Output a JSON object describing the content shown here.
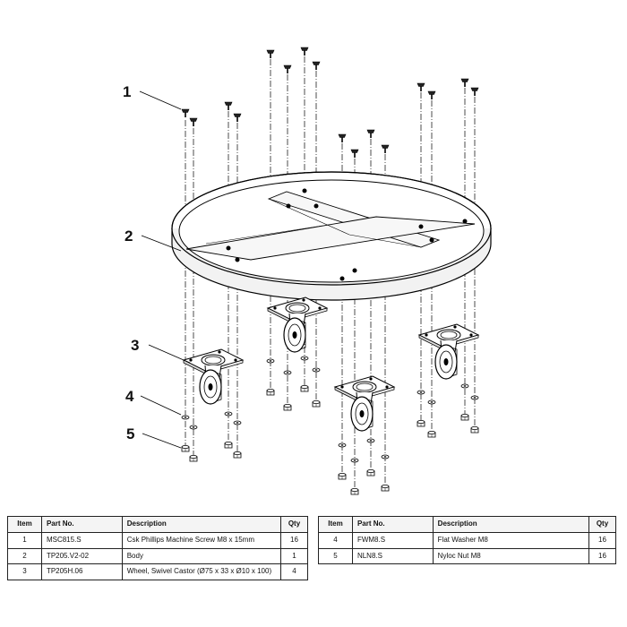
{
  "callouts": [
    "1",
    "2",
    "3",
    "4",
    "5"
  ],
  "table_headers": {
    "item": "Item",
    "part": "Part No.",
    "desc": "Description",
    "qty": "Qty"
  },
  "parts_left": [
    {
      "item": "1",
      "part": "MSC815.S",
      "desc": "Csk Phillips Machine Screw M8 x 15mm",
      "qty": "16"
    },
    {
      "item": "2",
      "part": "TP205.V2-02",
      "desc": "Body",
      "qty": "1"
    },
    {
      "item": "3",
      "part": "TP205H.06",
      "desc": "Wheel, Swivel Castor (Ø75 x 33 x Ø10 x 100)",
      "qty": "4"
    }
  ],
  "parts_right": [
    {
      "item": "4",
      "part": "FWM8.S",
      "desc": "Flat Washer M8",
      "qty": "16"
    },
    {
      "item": "5",
      "part": "NLN8.S",
      "desc": "Nyloc Nut M8",
      "qty": "16"
    }
  ]
}
